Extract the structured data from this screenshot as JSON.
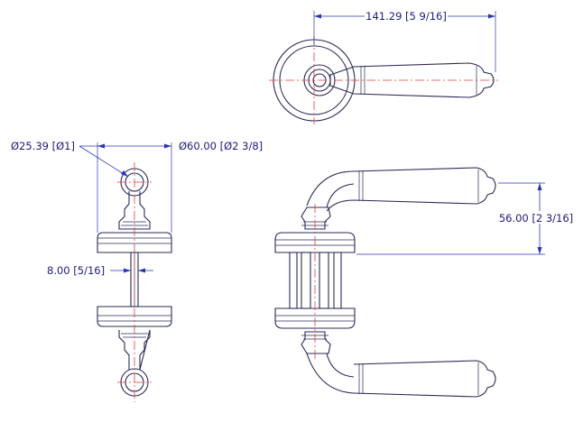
{
  "dimensions": {
    "width_top": "141.29 [5 9/16]",
    "diameter_small": "Ø25.39 [Ø1]",
    "diameter_large": "Ø60.00 [Ø2 3/8]",
    "thickness": "8.00 [5/16]",
    "height_right": "56.00 [2 3/16]"
  },
  "colors": {
    "outline": "#2a2a55",
    "centerline": "#e0403a",
    "dimension": "#2c33b0",
    "dimension_text": "#1c1c78"
  }
}
